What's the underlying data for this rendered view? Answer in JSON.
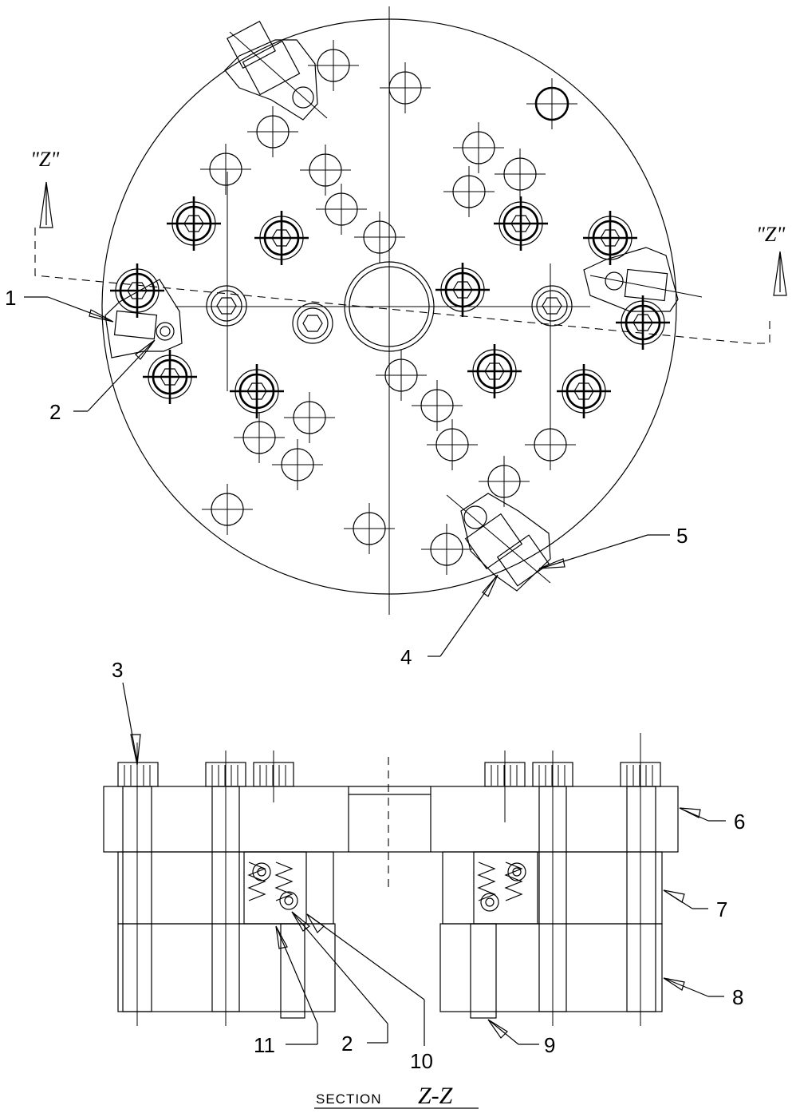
{
  "section_markers": {
    "left": "\"Z\"",
    "right": "\"Z\""
  },
  "callouts": {
    "c1": "1",
    "c2_top": "2",
    "c3": "3",
    "c4": "4",
    "c5": "5",
    "c6": "6",
    "c7": "7",
    "c8": "8",
    "c9": "9",
    "c10": "10",
    "c11": "11",
    "c2_bottom": "2"
  },
  "section_caption": {
    "word": "SECTION",
    "name": "Z-Z"
  }
}
